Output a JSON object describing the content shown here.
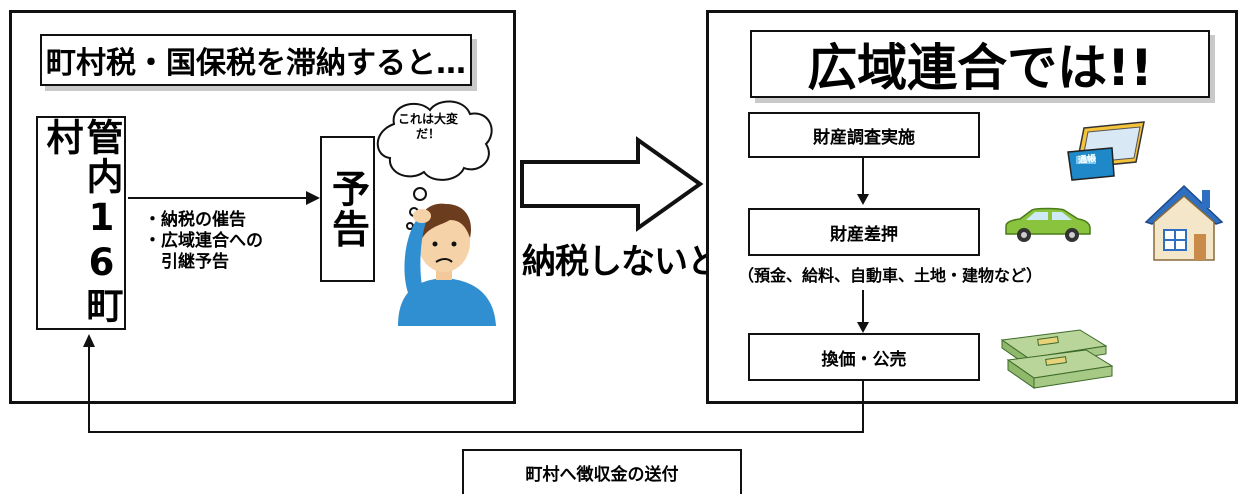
{
  "left_panel": {
    "title": "町村税・国保税を滞納すると…",
    "towns": "管内16町村",
    "bullets": [
      "・納税の催告",
      "・広域連合への",
      "　引継予告"
    ],
    "notice": "予告",
    "thought": "これは大変だ！"
  },
  "middle": {
    "caption": "納税しないと…"
  },
  "right_panel": {
    "title": "広域連合では!!",
    "steps": [
      "財産調査実施",
      "財産差押",
      "換価・公売"
    ],
    "seizure_examples": "（預金、給料、自動車、土地・建物など）",
    "card_label": "通帳"
  },
  "remittance": "町村へ徴収金の送付"
}
